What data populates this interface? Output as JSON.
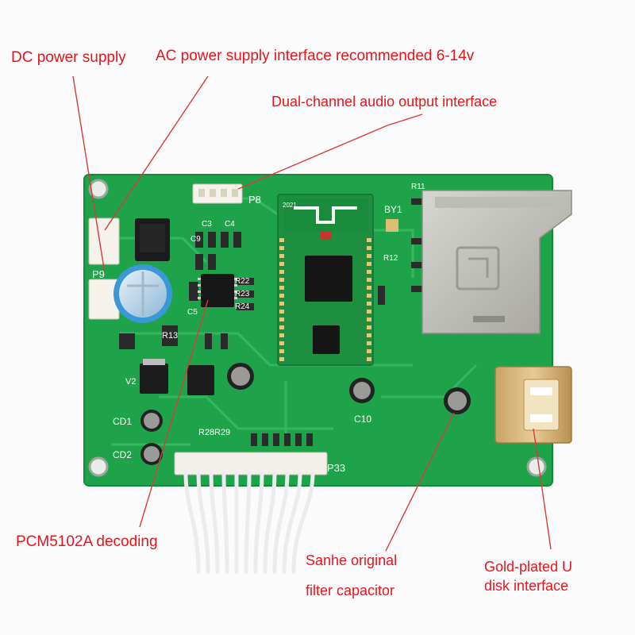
{
  "callouts": {
    "dc_power": "DC power supply",
    "ac_power": "AC power supply interface recommended 6-14v",
    "audio_out": "Dual-channel audio output interface",
    "decoder": "PCM5102A decoding",
    "capacitor_line1": "Sanhe original",
    "capacitor_line2": "filter capacitor",
    "usb_line1": "Gold-plated U",
    "usb_line2": "disk interface"
  },
  "silkscreen": {
    "p8": "P8",
    "p9": "P9",
    "p33": "P33",
    "by1": "BY1",
    "c10": "C10",
    "cd1": "CD1",
    "cd2": "CD2",
    "v2": "V2",
    "r13": "R13",
    "r22": "R22",
    "r23": "R23",
    "r24": "R24",
    "r28": "R28",
    "r29": "R29",
    "r11": "R11",
    "r12": "R12",
    "c3": "C3",
    "c4": "C4",
    "c5": "C5",
    "c9": "C9",
    "module_year": "2021"
  },
  "colors": {
    "label": "#e8141b",
    "pcb": "#1fa34a",
    "pcb_edge": "#138a38"
  },
  "icons": {
    "bluetooth_antenna": "antenna-trace-icon",
    "sd_card": "sd-card-slot-icon",
    "usb": "usb-port-icon"
  }
}
